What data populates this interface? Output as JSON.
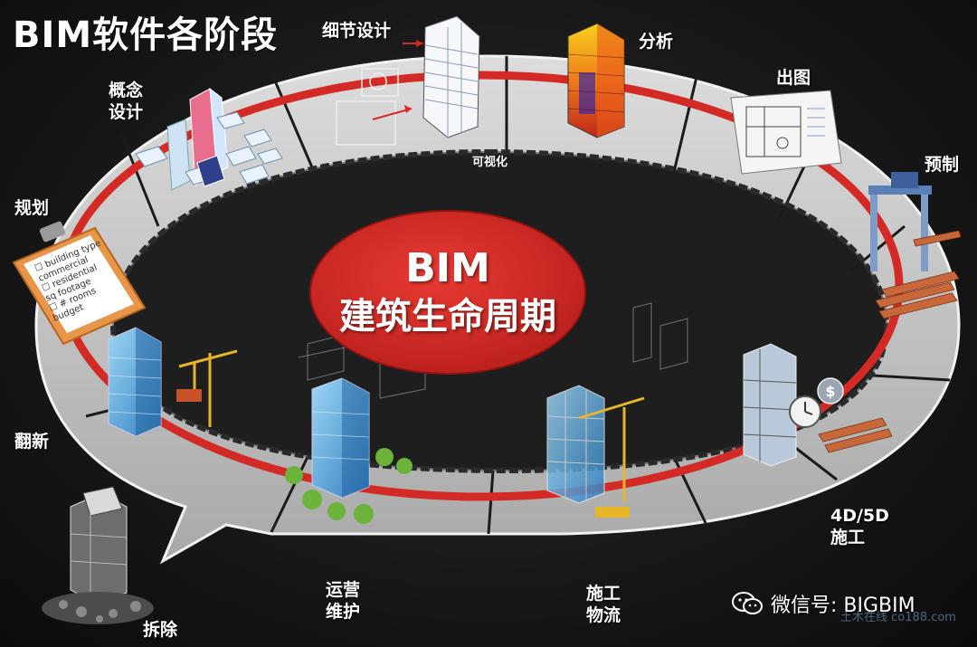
{
  "title": "BIM软件各阶段",
  "center": {
    "line1": "BIM",
    "line2": "建筑生命周期"
  },
  "ring_label": "可视化",
  "stages": {
    "concept": "概念\n设计",
    "detail": "细节设计",
    "analysis": "分析",
    "drawing": "出图",
    "prefab": "预制",
    "planning": "规划",
    "renovation": "翻新",
    "demolition": "拆除",
    "operation": "运营\n维护",
    "logistics": "施工\n物流",
    "construction": "4D/5D\n施工"
  },
  "checklist_lines": [
    "building type",
    "commercial",
    "residential",
    "sq footage",
    "# rooms",
    "budget"
  ],
  "watermark": "微信号: BIGBIM",
  "watermark_site": "土木在线 co188.com",
  "colors": {
    "red": "#d42a26",
    "track": "#c9c9c9",
    "track_edge": "#f2f2f2",
    "background": "#151515"
  }
}
